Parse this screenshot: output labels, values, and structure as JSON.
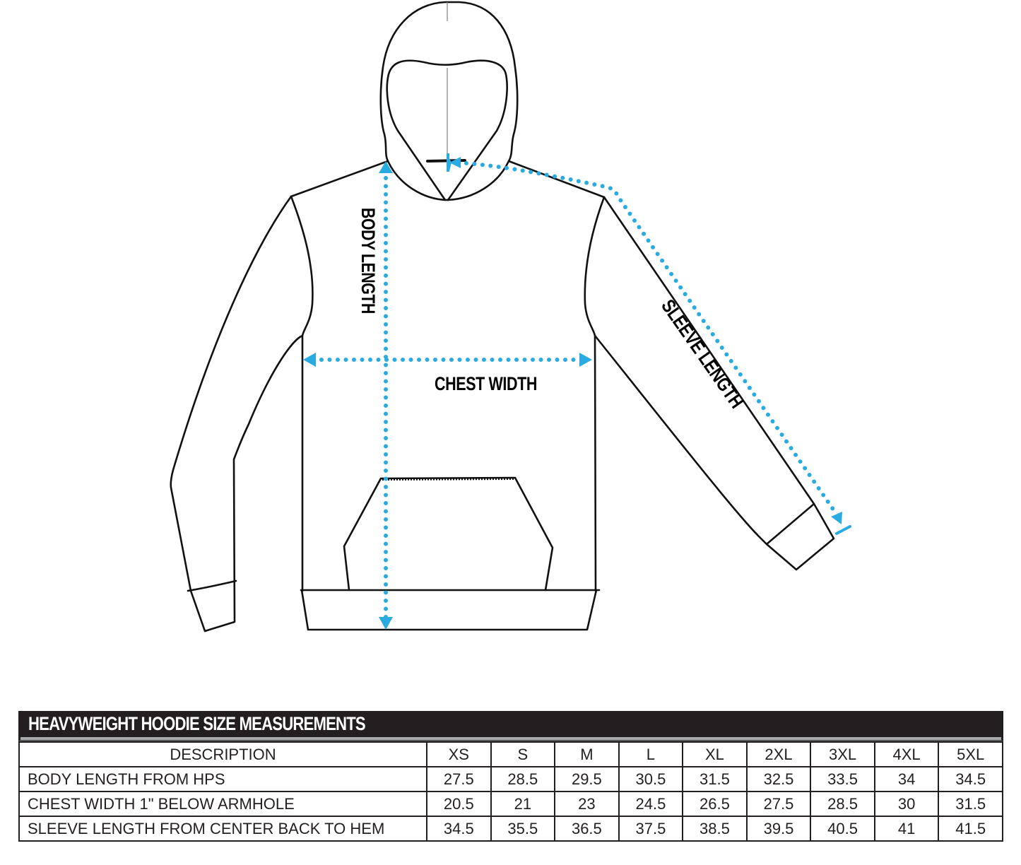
{
  "diagram": {
    "labels": {
      "body_length": "BODY LENGTH",
      "chest_width": "CHEST WIDTH",
      "sleeve_length": "SLEEVE LENGTH"
    },
    "colors": {
      "measure_line": "#29abe2",
      "outline": "#111111"
    }
  },
  "table": {
    "title": "HEAVYWEIGHT HOODIE SIZE MEASUREMENTS",
    "header": {
      "description": "DESCRIPTION",
      "sizes": [
        "XS",
        "S",
        "M",
        "L",
        "XL",
        "2XL",
        "3XL",
        "4XL",
        "5XL"
      ]
    },
    "rows": [
      {
        "description": "BODY LENGTH FROM HPS",
        "values": [
          "27.5",
          "28.5",
          "29.5",
          "30.5",
          "31.5",
          "32.5",
          "33.5",
          "34",
          "34.5"
        ]
      },
      {
        "description": "CHEST WIDTH 1\" BELOW ARMHOLE",
        "values": [
          "20.5",
          "21",
          "23",
          "24.5",
          "26.5",
          "27.5",
          "28.5",
          "30",
          "31.5"
        ]
      },
      {
        "description": "SLEEVE LENGTH FROM CENTER BACK TO HEM",
        "values": [
          "34.5",
          "35.5",
          "36.5",
          "37.5",
          "38.5",
          "39.5",
          "40.5",
          "41",
          "41.5"
        ]
      }
    ],
    "colors": {
      "title_bg": "#231f20",
      "title_text": "#ffffff",
      "divider": "#a7a9ac"
    }
  }
}
